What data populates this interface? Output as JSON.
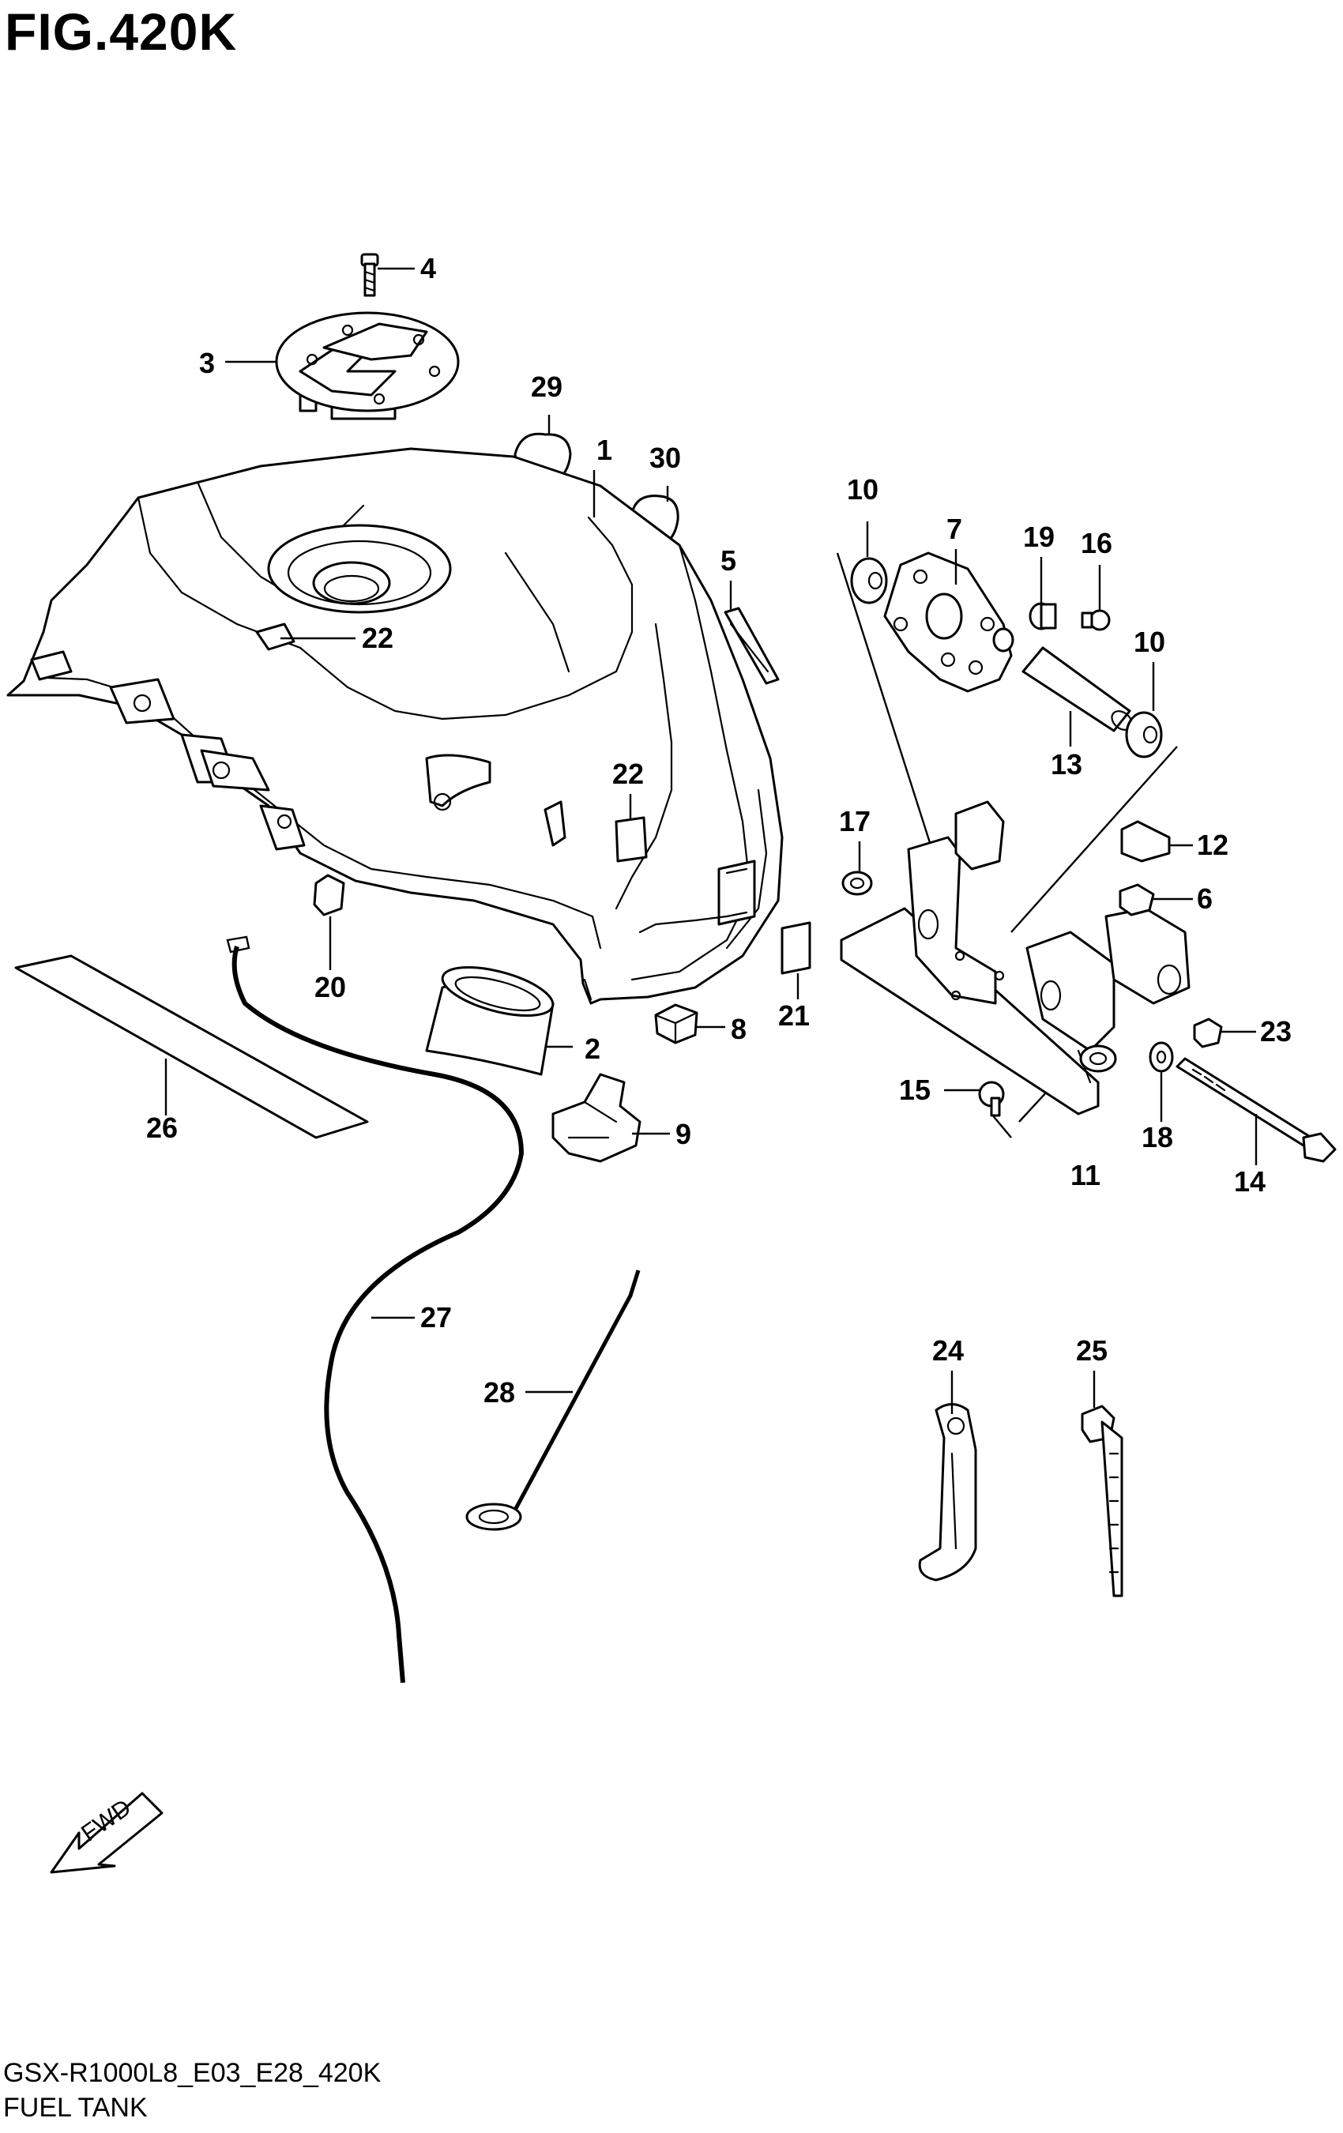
{
  "figure": {
    "title": "FIG.420K",
    "model_code": "GSX-R1000L8_E03_E28_420K",
    "section_name": "FUEL TANK",
    "direction_label": "FWD"
  },
  "callouts": [
    {
      "id": "c1",
      "label": "1"
    },
    {
      "id": "c2",
      "label": "2"
    },
    {
      "id": "c3",
      "label": "3"
    },
    {
      "id": "c4",
      "label": "4"
    },
    {
      "id": "c5",
      "label": "5"
    },
    {
      "id": "c6",
      "label": "6"
    },
    {
      "id": "c7",
      "label": "7"
    },
    {
      "id": "c8",
      "label": "8"
    },
    {
      "id": "c9",
      "label": "9"
    },
    {
      "id": "c10a",
      "label": "10"
    },
    {
      "id": "c10b",
      "label": "10"
    },
    {
      "id": "c11",
      "label": "11"
    },
    {
      "id": "c12",
      "label": "12"
    },
    {
      "id": "c13",
      "label": "13"
    },
    {
      "id": "c14",
      "label": "14"
    },
    {
      "id": "c15",
      "label": "15"
    },
    {
      "id": "c16",
      "label": "16"
    },
    {
      "id": "c17",
      "label": "17"
    },
    {
      "id": "c18",
      "label": "18"
    },
    {
      "id": "c19",
      "label": "19"
    },
    {
      "id": "c20",
      "label": "20"
    },
    {
      "id": "c21",
      "label": "21"
    },
    {
      "id": "c22a",
      "label": "22"
    },
    {
      "id": "c22b",
      "label": "22"
    },
    {
      "id": "c23",
      "label": "23"
    },
    {
      "id": "c24",
      "label": "24"
    },
    {
      "id": "c25",
      "label": "25"
    },
    {
      "id": "c26",
      "label": "26"
    },
    {
      "id": "c27",
      "label": "27"
    },
    {
      "id": "c28",
      "label": "28"
    },
    {
      "id": "c29",
      "label": "29"
    },
    {
      "id": "c30",
      "label": "30"
    }
  ]
}
